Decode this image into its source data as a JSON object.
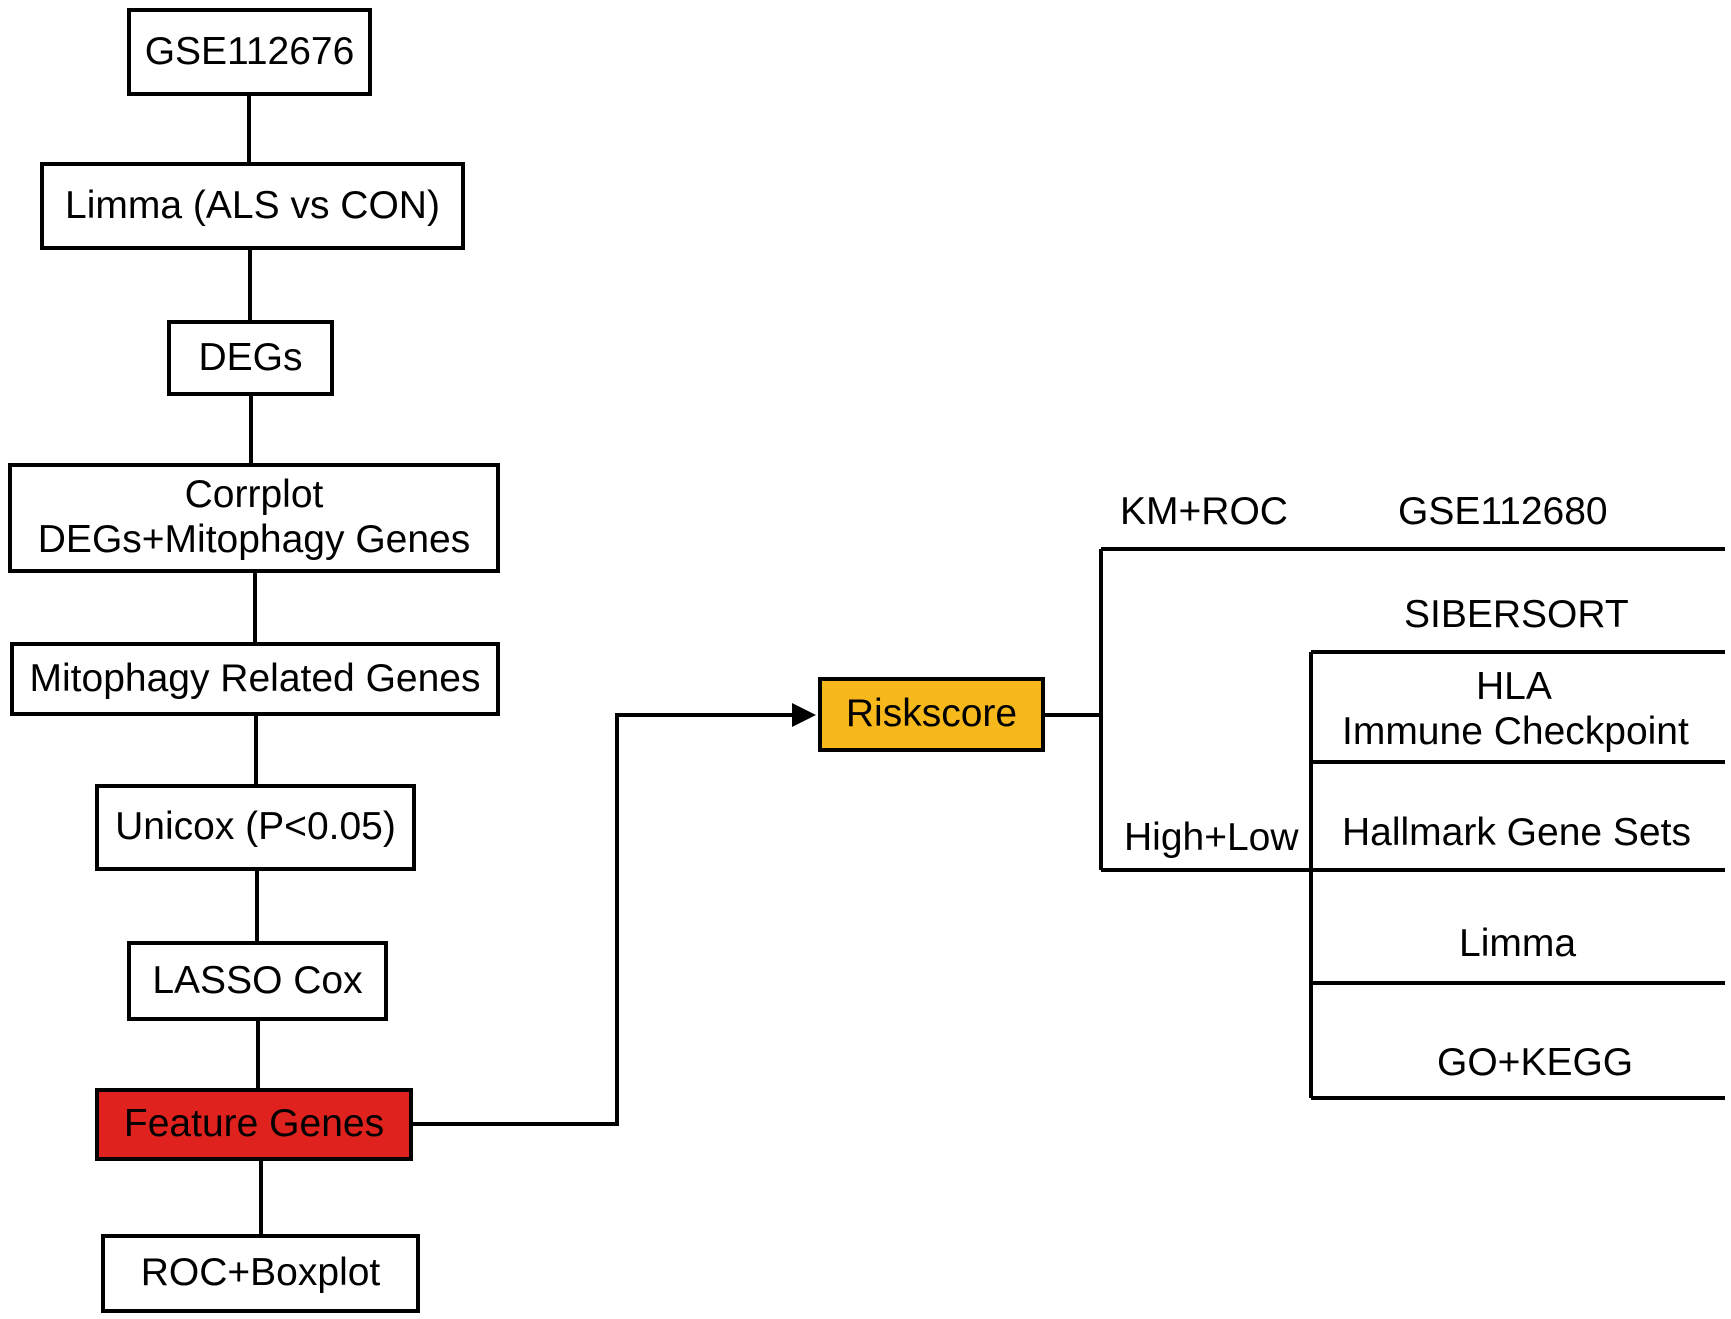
{
  "colors": {
    "line": "#000000",
    "feature_genes_fill": "#e0221f",
    "riskscore_fill": "#f7b81c"
  },
  "boxes": {
    "gse112676": "GSE112676",
    "limma_als_vs_con": "Limma (ALS vs CON)",
    "degs": "DEGs",
    "corrplot_line1": "Corrplot",
    "corrplot_line2": "DEGs+Mitophagy Genes",
    "mitophagy_related_genes": "Mitophagy Related Genes",
    "unicox": "Unicox (P<0.05)",
    "lasso_cox": "LASSO Cox",
    "feature_genes": "Feature Genes",
    "roc_boxplot": "ROC+Boxplot",
    "riskscore": "Riskscore"
  },
  "branches": {
    "km_roc": "KM+ROC",
    "gse112680": "GSE112680",
    "high_low": "High+Low",
    "sibersort": "SIBERSORT",
    "hla": "HLA",
    "immune_checkpoint": "Immune Checkpoint",
    "hallmark_gene_sets": "Hallmark Gene Sets",
    "limma": "Limma",
    "go_kegg": "GO+KEGG"
  }
}
